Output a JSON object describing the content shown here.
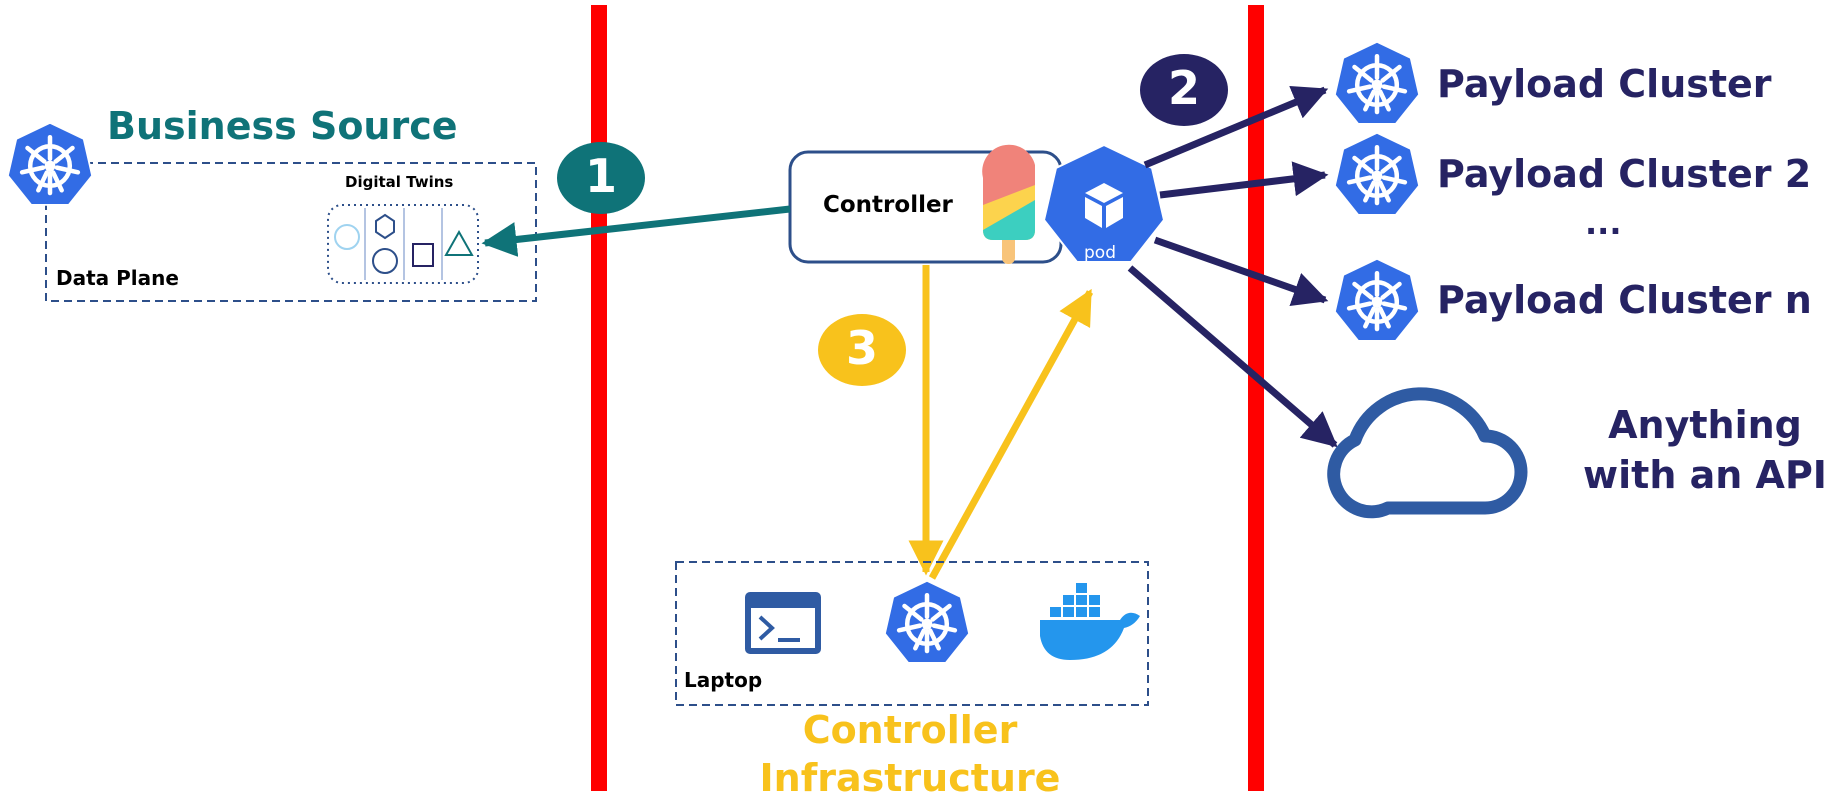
{
  "business_source": {
    "title": "Business Source",
    "data_plane_label": "Data Plane",
    "digital_twins_label": "Digital Twins"
  },
  "controller": {
    "label": "Controller"
  },
  "pod": {
    "label": "pod"
  },
  "steps": {
    "one": "1",
    "two": "2",
    "three": "3"
  },
  "payload_clusters": [
    {
      "label": "Payload Cluster"
    },
    {
      "label": "Payload Cluster 2"
    },
    {
      "label": "Payload Cluster n"
    }
  ],
  "ellipsis": "...",
  "api_target": {
    "line1": "Anything",
    "line2": "with an API"
  },
  "controller_infrastructure": {
    "line1": "Controller",
    "line2": "Infrastructure",
    "laptop_label": "Laptop"
  },
  "icons": {
    "k8s": "kubernetes-icon",
    "pod": "pod-icon",
    "cloud": "cloud-icon",
    "terminal": "terminal-icon",
    "docker": "docker-icon",
    "popsicle": "popsicle-icon"
  },
  "colors": {
    "teal": "#0f7378",
    "navy": "#262363",
    "yellow": "#f8c21c",
    "red": "#ff0000",
    "k8s_blue": "#326ce5",
    "cloud_blue": "#2f5ba3"
  }
}
